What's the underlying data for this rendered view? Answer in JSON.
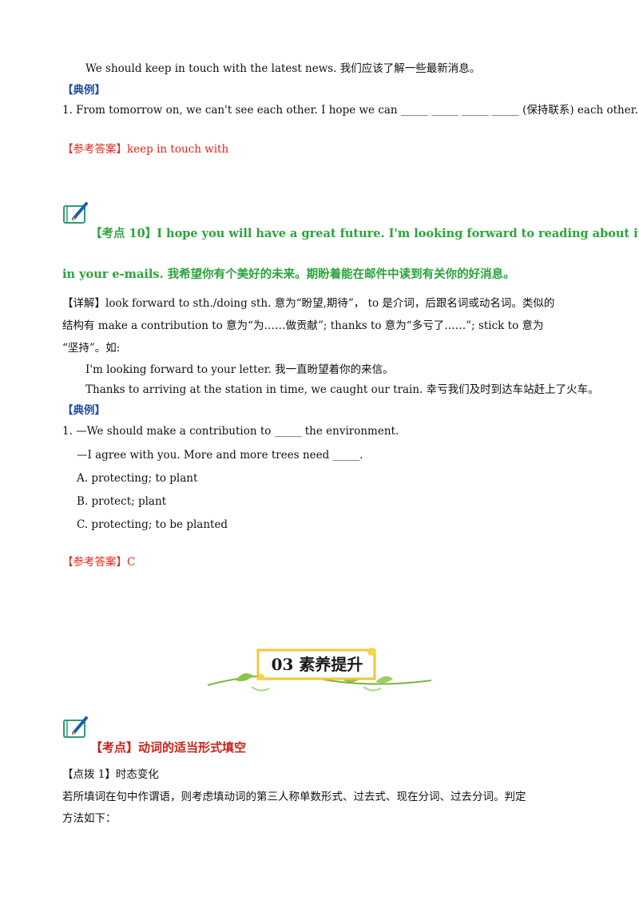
{
  "intro_example": "We should keep in touch with the latest news.  我们应该了解一些最新消息。",
  "section1": {
    "example_label": "【典例】",
    "question": "1. From tomorrow on, we can't see each other. I hope we can _____ _____ _____ _____ (保持联系) each other.",
    "answer": "【参考答案】keep in touch with"
  },
  "point10": {
    "title_line1": "【考点 10】I hope you will have a great future. I'm looking forward to reading about it",
    "title_line2": "in your e-mails.  我希望你有个美好的未来。期盼着能在邮件中读到有关你的好消息。",
    "detail_line1": "【详解】look forward to sth./doing sth.  意为“盼望,期待”，   to  是介词，后跟名词或动名词。类似的",
    "detail_line2": "结构有 make a contribution to  意为“为……做贡献”; thanks to  意为“多亏了……”; stick to  意为",
    "detail_line3": "“坚持”。如:",
    "example1": "I'm looking forward to your letter.  我一直盼望着你的来信。",
    "example2": "Thanks to arriving at the station in time, we caught our train.  幸亏我们及时到达车站赶上了火车。",
    "example_label": "【典例】",
    "q_line1": "1.  —We should make a contribution to _____ the environment.",
    "q_line2": "—I agree with you. More and more trees need _____.",
    "options": [
      "A. protecting; to plant",
      "B. protect; plant",
      "C. protecting; to be planted"
    ],
    "answer": "【参考答案】C"
  },
  "banner": {
    "number": "03",
    "title": "素养提升"
  },
  "point_final": {
    "title": "【考点】动词的适当形式填空",
    "tip_label": "【点拨 1】时态变化",
    "body_line1": "若所填词在句中作谓语，则考虑填动词的第三人称单数形式、过去式、现在分词、过去分词。判定",
    "body_line2": "方法如下："
  },
  "colors": {
    "label_blue": "#1f4fa8",
    "answer_red": "#e0261a",
    "title_green": "#2aa43a",
    "title_red": "#c8231a"
  }
}
